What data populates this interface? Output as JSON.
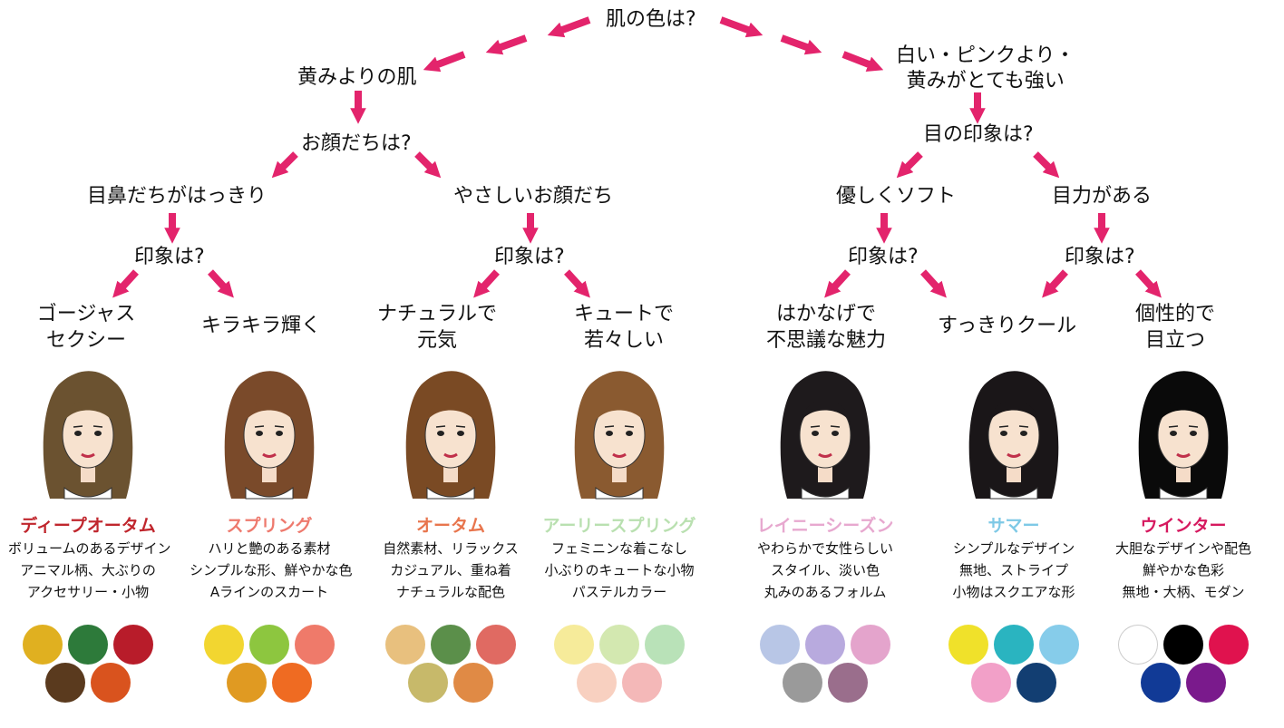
{
  "root_question": "肌の色は?",
  "branch_left": "黄みよりの肌",
  "branch_right_line1": "白い・ピンクより・",
  "branch_right_line2": "黄みがとても強い",
  "q_face": "お顔だちは?",
  "q_eye": "目の印象は?",
  "face_sharp": "目鼻だちがはっきり",
  "face_soft": "やさしいお顔だち",
  "eye_soft": "優しくソフト",
  "eye_strong": "目力がある",
  "q_impression": "印象は?",
  "results": [
    {
      "line1": "ゴージャス",
      "line2": "セクシー"
    },
    {
      "line1": "キラキラ輝く",
      "line2": ""
    },
    {
      "line1": "ナチュラルで",
      "line2": "元気"
    },
    {
      "line1": "キュートで",
      "line2": "若々しい"
    },
    {
      "line1": "はかなげで",
      "line2": "不思議な魅力"
    },
    {
      "line1": "すっきりクール",
      "line2": ""
    },
    {
      "line1": "個性的で",
      "line2": "目立つ"
    }
  ],
  "types": [
    {
      "name": "ディープオータム",
      "name_color": "#c0262d",
      "desc": [
        "ボリュームのあるデザイン",
        "アニマル柄、大ぶりの",
        "アクセサリー・小物"
      ],
      "hair": "#6b5230",
      "colors": [
        "#e0b020",
        "#2d7a3a",
        "#b81c2a",
        "#5a3a1e",
        "#d9531e"
      ]
    },
    {
      "name": "スプリング",
      "name_color": "#ee7a6e",
      "desc": [
        "ハリと艶のある素材",
        "シンプルな形、鮮やかな色",
        "Aラインのスカート"
      ],
      "hair": "#7a4a2a",
      "colors": [
        "#f2d630",
        "#8dc63f",
        "#ef7a6a",
        "#e09a22",
        "#ef6b22"
      ]
    },
    {
      "name": "オータム",
      "name_color": "#e8754d",
      "desc": [
        "自然素材、リラックス",
        "カジュアル、重ね着",
        "ナチュラルな配色"
      ],
      "hair": "#7a4a24",
      "colors": [
        "#e8c07e",
        "#5b8f4a",
        "#e06a62",
        "#c7b96a",
        "#e08a45"
      ]
    },
    {
      "name": "アーリースプリング",
      "name_color": "#b9e0b0",
      "desc": [
        "フェミニンな着こなし",
        "小ぶりのキュートな小物",
        "パステルカラー"
      ],
      "hair": "#8a5a30",
      "colors": [
        "#f6eb9a",
        "#d3e8b0",
        "#b9e2b8",
        "#f8d0c0",
        "#f4b8b8"
      ]
    },
    {
      "name": "レイニーシーズン",
      "name_color": "#e7a8cf",
      "desc": [
        "やわらかで女性らしい",
        "スタイル、淡い色",
        "丸みのあるフォルム"
      ],
      "hair": "#1e1a1c",
      "colors": [
        "#b8c6e6",
        "#b8aade",
        "#e4a4cc",
        "#9a9a9a",
        "#9a6e8c"
      ]
    },
    {
      "name": "サマー",
      "name_color": "#7ec9e6",
      "desc": [
        "シンプルなデザイン",
        "無地、ストライプ",
        "小物はスクエアな形"
      ],
      "hair": "#1a1618",
      "colors": [
        "#f0e12a",
        "#2ab4c0",
        "#86ccea",
        "#f2a0c8",
        "#123e72"
      ]
    },
    {
      "name": "ウインター",
      "name_color": "#d6195f",
      "desc": [
        "大胆なデザインや配色",
        "鮮やかな色彩",
        "無地・大柄、モダン"
      ],
      "hair": "#0a0a0a",
      "colors": [
        "#ffffff",
        "#000000",
        "#e0124e",
        "#113a96",
        "#7a1a8c"
      ]
    }
  ]
}
